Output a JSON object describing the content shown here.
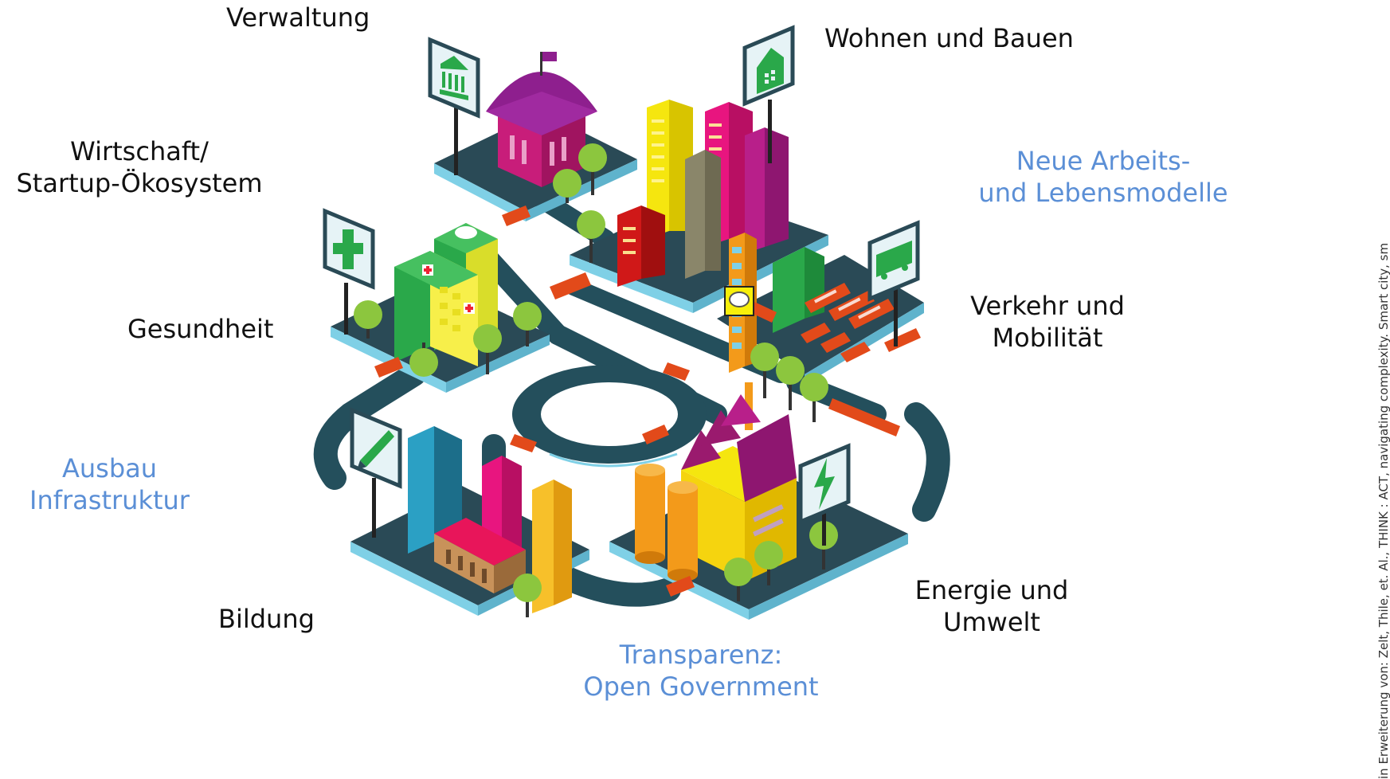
{
  "labels": {
    "verwaltung": "Verwaltung",
    "wohnen": "Wohnen und Bauen",
    "wirtschaft_1": "Wirtschaft/",
    "wirtschaft_2": "Startup-Ökosystem",
    "neue_1": "Neue Arbeits-",
    "neue_2": "und Lebensmodelle",
    "gesundheit": "Gesundheit",
    "verkehr_1": "Verkehr und",
    "verkehr_2": "Mobilität",
    "ausbau_1": "Ausbau",
    "ausbau_2": "Infrastruktur",
    "bildung": "Bildung",
    "energie_1": "Energie und",
    "energie_2": "Umwelt",
    "transparenz_1": "Transparenz:",
    "transparenz_2": "Open Government"
  },
  "source_note": "in Erweiterung von: Zelt, Thile, et. Al., THINK : ACT, navigating complexity. Smart city, sm",
  "colors": {
    "black_label": "#111111",
    "blue_label": "#5b8fd6",
    "road": "#244f5c",
    "platform_edge": "#7fd0e6"
  },
  "icons": {
    "verwaltung_sign": "government-building-icon",
    "wohnen_sign": "house-icon",
    "gesundheit_sign": "medical-cross-icon",
    "verkehr_sign": "bus-icon",
    "bildung_sign": "pencil-icon",
    "energie_sign": "lightning-icon",
    "speech": "speech-bubble-icon"
  }
}
